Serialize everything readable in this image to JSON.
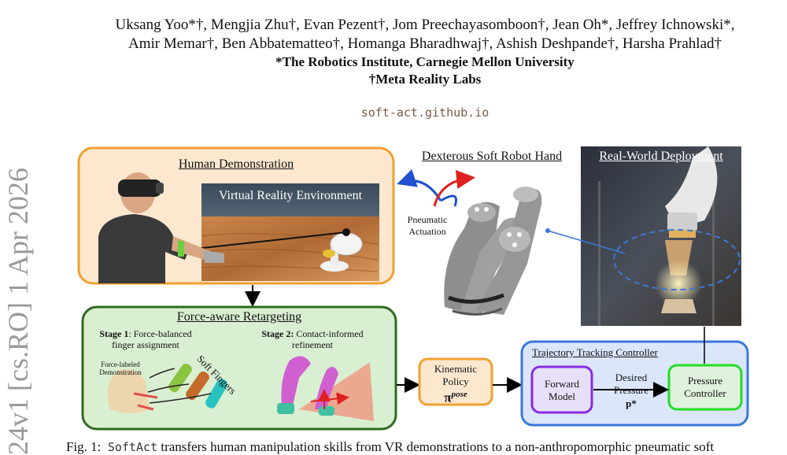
{
  "header": {
    "authors_line1": "Uksang Yoo*†, Mengjia Zhu†, Evan Pezent†, Jom Preechayasomboon†, Jean Oh*, Jeffrey Ichnowski*,",
    "authors_line2": "Amir Memar†, Ben Abbatematteo†, Homanga Bharadhwaj†, Ashish Deshpande†, Harsha Prahlad†",
    "affiliation1": "*The Robotics Institute, Carnegie Mellon University",
    "affiliation2": "†Meta Reality Labs",
    "url": "soft-act.github.io"
  },
  "sidebar": {
    "arxiv_stamp": "24v1  [cs.RO]  1 Apr 2026"
  },
  "figure": {
    "human_demo": {
      "title": "Human Demonstration",
      "vr_label": "Virtual Reality Environment"
    },
    "hand": {
      "title": "Dexterous Soft Robot Hand",
      "actuation_label1": "Pneumatic",
      "actuation_label2": "Actuation"
    },
    "deploy": {
      "title": "Real-World Deployment"
    },
    "retarget": {
      "title": "Force-aware Retargeting",
      "stage1_bold": "Stage 1",
      "stage1_text": ": Force-balanced",
      "stage1_text2": "finger assignment",
      "stage2_bold": "Stage 2:",
      "stage2_text": " Contact-informed",
      "stage2_text2": "refinement",
      "force_label1": "Force-labeled",
      "force_label2": "Demonstration",
      "soft_fingers": "Soft Fingers"
    },
    "policy": {
      "line1": "Kinematic",
      "line2": "Policy",
      "symbol": "π",
      "sup": "pose"
    },
    "controller": {
      "title": "Trajectory Tracking Controller",
      "forward1": "Forward",
      "forward2": "Model",
      "desired1": "Desired",
      "desired2": "Pressure",
      "p_star": "p*",
      "pressure1": "Pressure",
      "pressure2": "Controller"
    }
  },
  "caption": {
    "prefix": "Fig. 1:",
    "name": "SoftAct",
    "text": " transfers human manipulation skills from VR demonstrations to a non-anthropomorphic pneumatic soft"
  },
  "colors": {
    "orange": "#f0a030",
    "orange_bg": "#fde8cf",
    "green": "#2e6b1f",
    "green_bg": "#d9efd2",
    "blue": "#3a78d8",
    "blue_bg": "#dbe6fb",
    "purple": "#8a2be2",
    "bright_green": "#22dd22"
  }
}
